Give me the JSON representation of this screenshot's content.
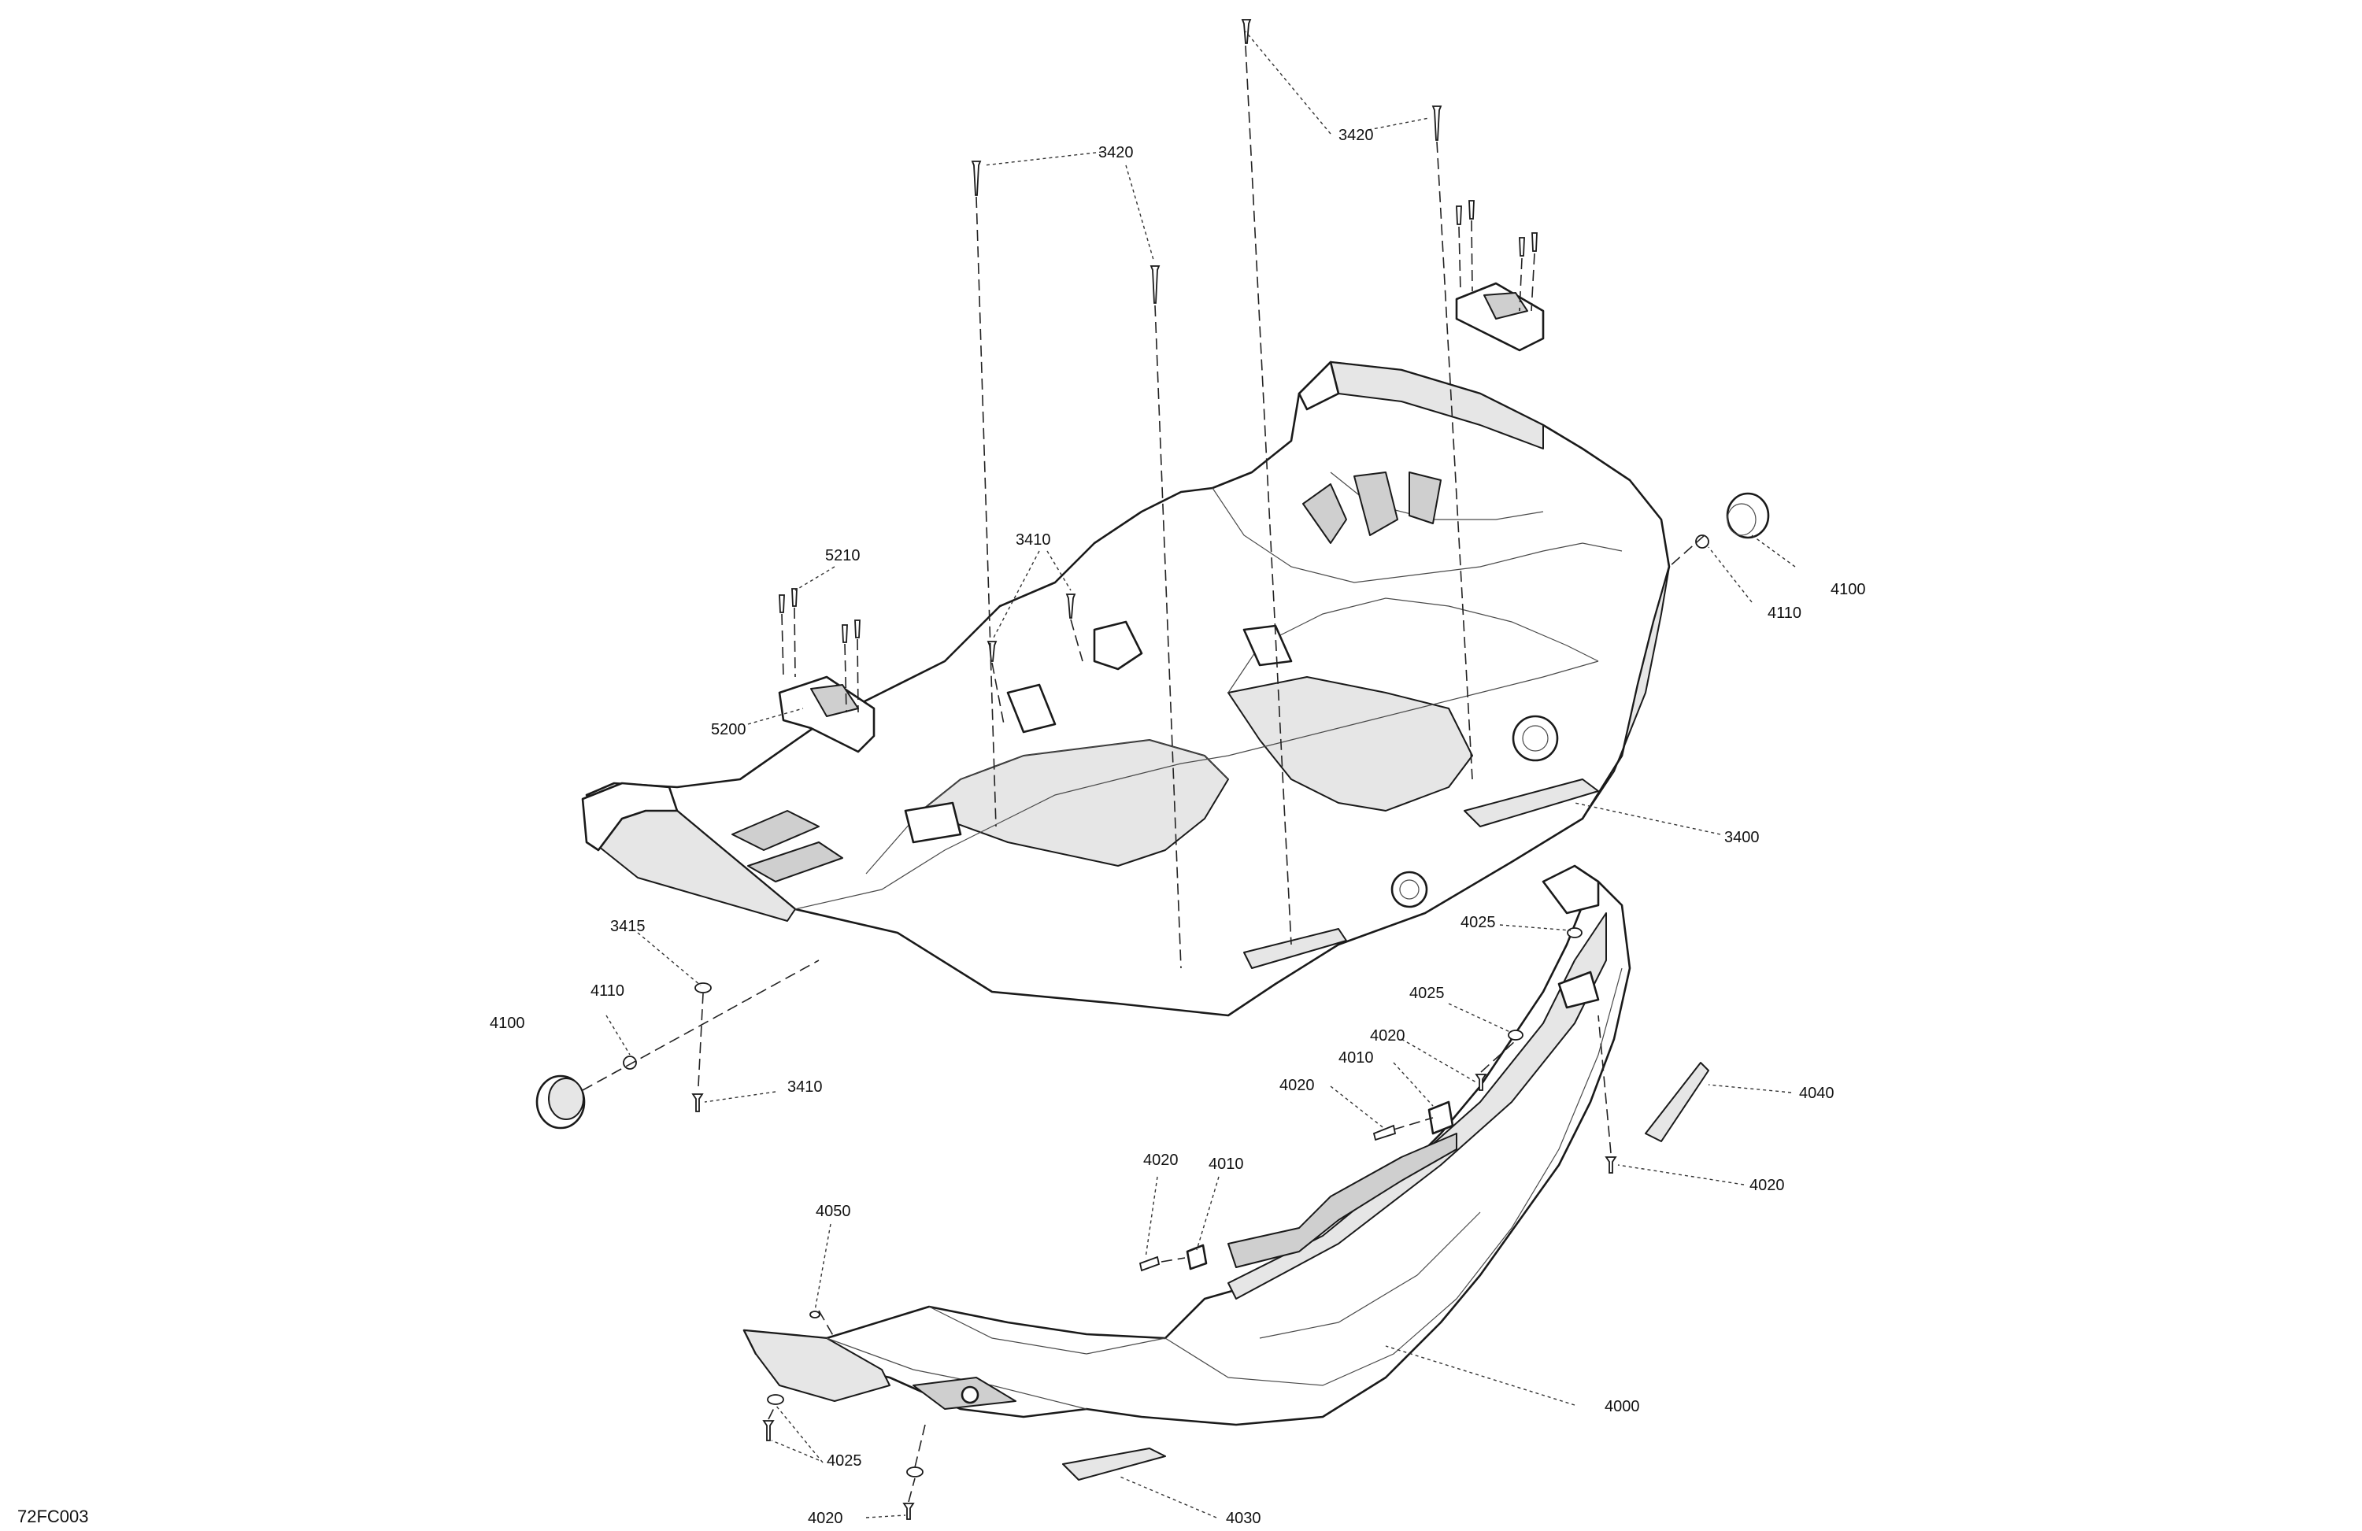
{
  "figure_id": "72FC003",
  "callouts": {
    "c3400": "3400",
    "c3410_top": "3410",
    "c3410_bottom": "3410",
    "c3415": "3415",
    "c3420_left": "3420",
    "c3420_right": "3420",
    "c4000": "4000",
    "c4010_mid": "4010",
    "c4010_low": "4010",
    "c4020_mid_a": "4020",
    "c4020_mid_b": "4020",
    "c4020_right": "4020",
    "c4020_low": "4020",
    "c4020_bottom": "4020",
    "c4025_top": "4025",
    "c4025_mid": "4025",
    "c4025_bottom": "4025",
    "c4030": "4030",
    "c4040": "4040",
    "c4050": "4050",
    "c4100_left": "4100",
    "c4100_right": "4100",
    "c4110_left": "4110",
    "c4110_right": "4110",
    "c5200": "5200",
    "c5210": "5210"
  }
}
